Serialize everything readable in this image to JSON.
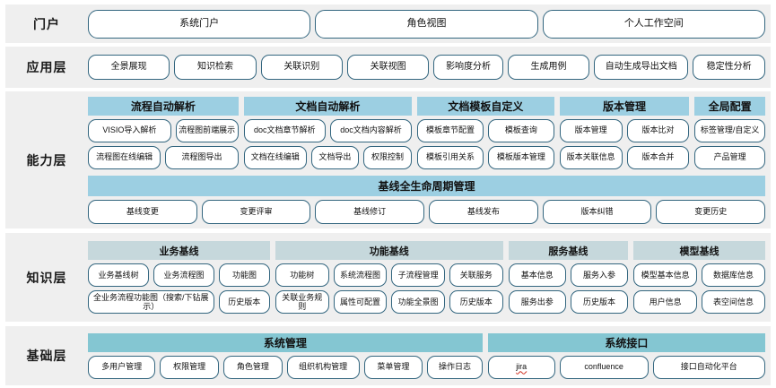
{
  "layers": [
    {
      "id": "portal",
      "label": "门户",
      "items": [
        "系统门户",
        "角色视图",
        "个人工作空间"
      ]
    },
    {
      "id": "application",
      "label": "应用层",
      "items": [
        "全景展现",
        "知识检索",
        "关联识别",
        "关联视图",
        "影响度分析",
        "生成用例",
        "自动生成导出文档",
        "稳定性分析"
      ]
    },
    {
      "id": "capability",
      "label": "能力层",
      "groups": [
        {
          "title": "流程自动解析",
          "rows": [
            [
              "VISIO导入解析",
              "流程图前端展示"
            ],
            [
              "流程图在线编辑",
              "流程图导出"
            ]
          ]
        },
        {
          "title": "文档自动解析",
          "rows": [
            [
              "doc文档章节解析",
              "doc文档内容解析"
            ],
            [
              "文档在线编辑",
              "文档导出",
              "权限控制"
            ]
          ]
        },
        {
          "title": "文档模板自定义",
          "rows": [
            [
              "模板章节配置",
              "模板查询"
            ],
            [
              "模板引用关系",
              "模板版本管理"
            ]
          ]
        },
        {
          "title": "版本管理",
          "rows": [
            [
              "版本管理",
              "版本比对"
            ],
            [
              "版本关联信息",
              "版本合并"
            ]
          ]
        },
        {
          "title": "全局配置",
          "rows": [
            [
              "标签管理/自定义"
            ],
            [
              "产品管理"
            ]
          ]
        }
      ],
      "lifecycle": {
        "title": "基线全生命周期管理",
        "items": [
          "基线变更",
          "变更评审",
          "基线修订",
          "基线发布",
          "版本纠错",
          "变更历史"
        ]
      }
    },
    {
      "id": "knowledge",
      "label": "知识层",
      "groups": [
        {
          "title": "业务基线",
          "rows": [
            [
              "业务基线树",
              "业务流程图",
              "功能图"
            ],
            [
              "全业务流程功能图（搜索/下钻展示）",
              "历史版本"
            ]
          ]
        },
        {
          "title": "功能基线",
          "rows": [
            [
              "功能树",
              "系统流程图",
              "子流程管理",
              "关联服务"
            ],
            [
              "关联业务规则",
              "属性可配置",
              "功能全景图",
              "历史版本"
            ]
          ]
        },
        {
          "title": "服务基线",
          "rows": [
            [
              "基本信息",
              "服务入参"
            ],
            [
              "服务出参",
              "历史版本"
            ]
          ]
        },
        {
          "title": "模型基线",
          "rows": [
            [
              "模型基本信息",
              "数据库信息"
            ],
            [
              "用户信息",
              "表空间信息"
            ]
          ]
        }
      ]
    },
    {
      "id": "foundation",
      "label": "基础层",
      "groups": [
        {
          "title": "系统管理",
          "rows": [
            [
              "多用户管理",
              "权限管理",
              "角色管理",
              "组织机构管理",
              "菜单管理",
              "操作日志"
            ]
          ]
        },
        {
          "title": "系统接口",
          "rows": [
            [
              "jira",
              "confluence",
              "接口自动化平台"
            ]
          ]
        }
      ]
    }
  ],
  "colors": {
    "band_background": "#efefef",
    "pill_border": "#33667f",
    "capability_header": "#9ccfe2",
    "knowledge_header": "#c6d8dc",
    "foundation_header": "#84c6d2",
    "accent_arc": "#6ab0c4"
  }
}
